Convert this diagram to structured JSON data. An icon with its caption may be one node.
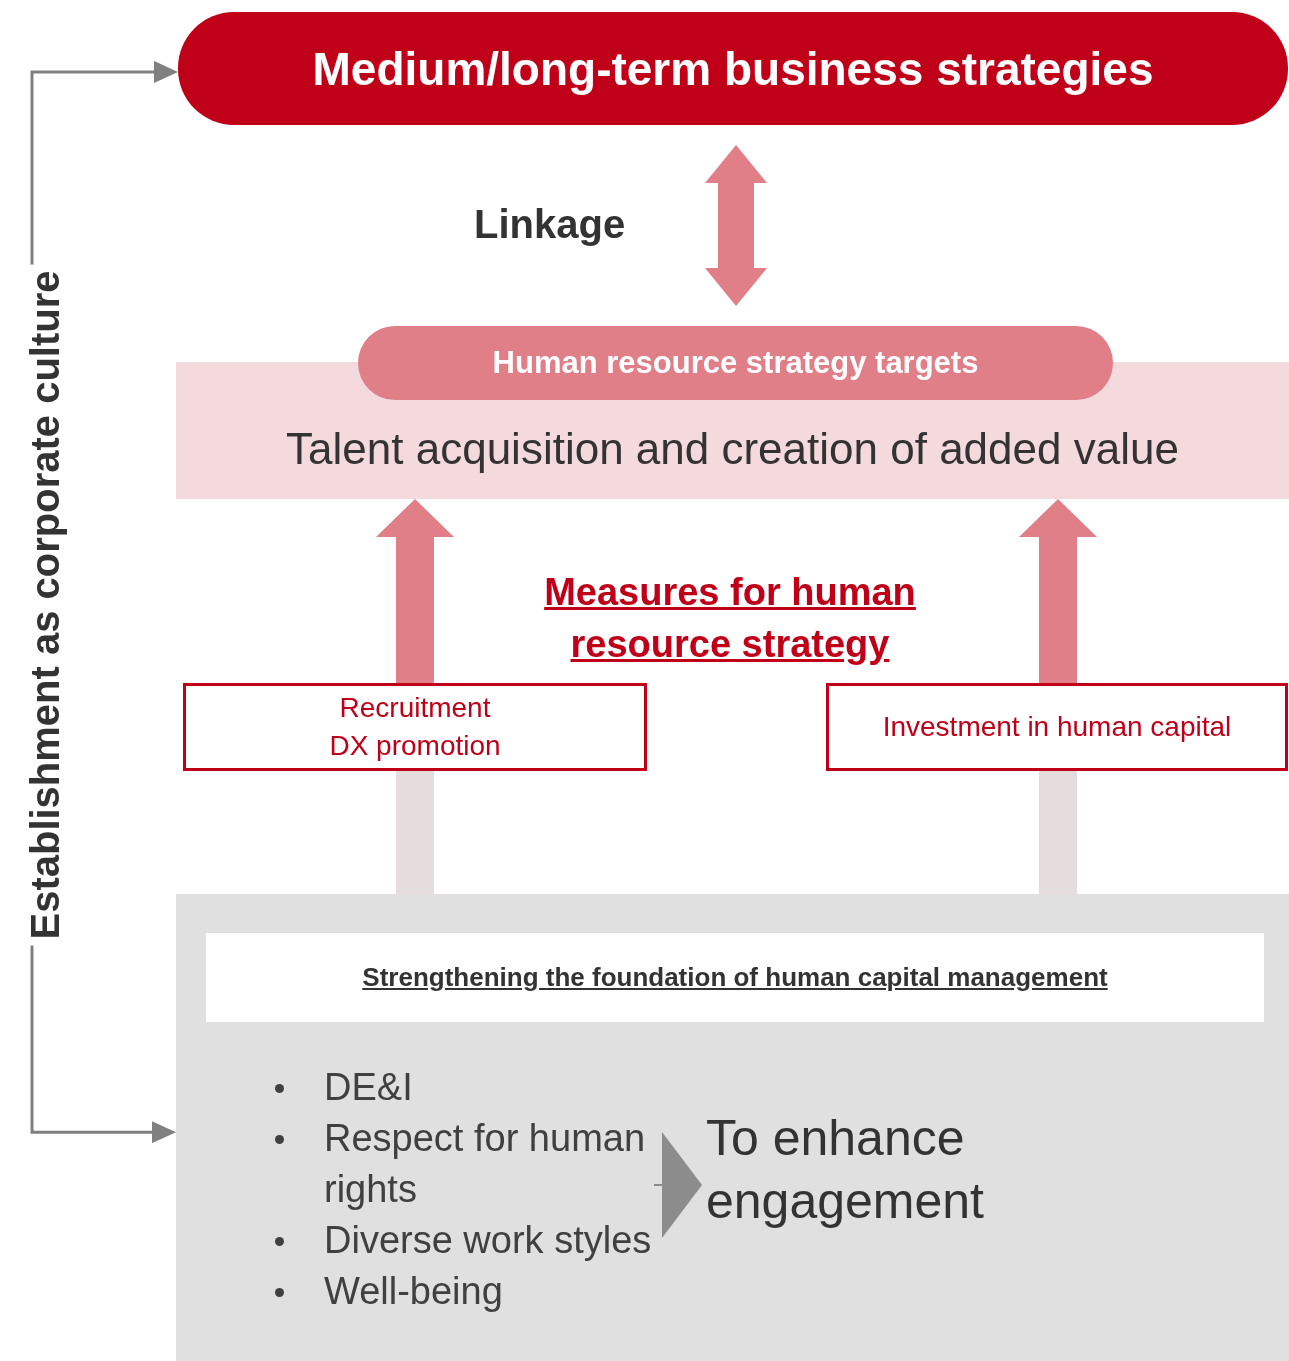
{
  "diagram": {
    "nodes": [
      {
        "text": [
          "Medium/long-term business strategies"
        ]
      },
      {
        "text": [
          "Human resource strategy targets",
          "Talent acquisition and creation of added value"
        ]
      },
      {
        "text": [
          "Recruitment DX promotion"
        ]
      },
      {
        "text": [
          "Investment in human capital"
        ]
      },
      {
        "text": [],
        "shape": "box"
      },
      {
        "text": [
          "Strengthening the foundation of human capital management"
        ],
        "in": 4
      },
      {
        "text": [
          "DE&I",
          "Respect for human rights",
          "Diverse work styles",
          "Well-being"
        ],
        "in": 4
      },
      {
        "text": [
          "To enhance engagement"
        ],
        "in": 4
      }
    ],
    "edges": [
      {
        "from": 0,
        "to": 1,
        "arrow": "both",
        "label": "Linkage"
      },
      {
        "from": 4,
        "to": 2,
        "arrow": "none",
        "color": "#e4dcdd"
      },
      {
        "from": 2,
        "to": 1,
        "arrow": "to"
      },
      {
        "from": 4,
        "to": 3,
        "arrow": "none",
        "color": "#e4dcdd"
      },
      {
        "from": 3,
        "to": 1,
        "arrow": "to"
      },
      {
        "from": 6,
        "to": 7,
        "arrow": "to",
        "color": "#8c8c8c"
      },
      {
        "from": 4,
        "to": 0,
        "arrow": "both",
        "label": "Establishment as corporate culture",
        "color": "#808080"
      }
    ],
    "labels": [
      "Measures for human resource strategy"
    ]
  }
}
